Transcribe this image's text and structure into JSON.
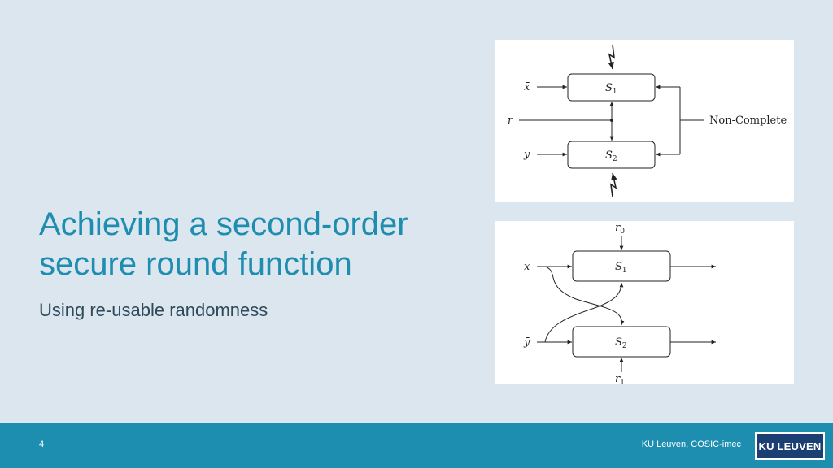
{
  "slide": {
    "title": "Achieving a second-order secure round function",
    "subtitle": "Using re-usable randomness"
  },
  "diagram_top": {
    "input_x": "x̄",
    "input_r": "r",
    "input_y": "ȳ",
    "box_s1_base": "S",
    "box_s1_index": "1",
    "box_s2_base": "S",
    "box_s2_index": "2",
    "label_non_complete": "Non-Complete"
  },
  "diagram_bottom": {
    "input_r0_base": "r",
    "input_r0_index": "0",
    "input_x": "x̄",
    "input_y": "ȳ",
    "input_r1_base": "r",
    "input_r1_index": "1",
    "box_s1_base": "S",
    "box_s1_index": "1",
    "box_s2_base": "S",
    "box_s2_index": "2"
  },
  "footer": {
    "page_number": "4",
    "credit": "KU Leuven, COSIC-imec",
    "logo_text": "KU LEUVEN"
  },
  "colors": {
    "background": "#dce6ee",
    "accent": "#1d8db0",
    "logo": "#1b3f73"
  }
}
